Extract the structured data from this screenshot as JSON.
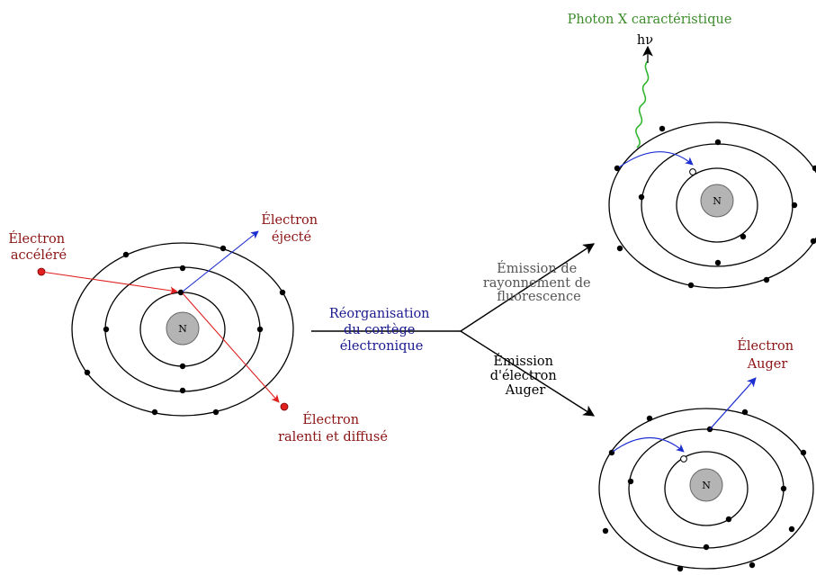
{
  "colors": {
    "dark_red": "#8b1414",
    "blue": "#1a1a8f",
    "green": "#3c8c2a",
    "gray_text": "#555555",
    "incoming_red": "#e02020",
    "arrow_blue": "#1c2ed0",
    "photon_green": "#2fb52f"
  },
  "nucleus_label": "N",
  "left_atom": {
    "incoming_label": [
      "Électron",
      "accéléré"
    ],
    "ejected_label": [
      "Électron",
      "éjecté"
    ],
    "scattered_label": [
      "Électron",
      "ralenti et diffusé"
    ]
  },
  "middle": {
    "reorg_label": [
      "Réorganisation",
      "du cortège",
      "électronique"
    ],
    "fluor_label": [
      "Émission de",
      "rayonnement de",
      "fluorescence"
    ],
    "auger_label": [
      "Émission",
      "d'électron",
      "Auger"
    ]
  },
  "top_right_atom": {
    "photon_label": "Photon X caractéristique",
    "photon_symbol": "hν"
  },
  "bottom_right_atom": {
    "auger_electron_label": [
      "Électron",
      "Auger"
    ]
  }
}
